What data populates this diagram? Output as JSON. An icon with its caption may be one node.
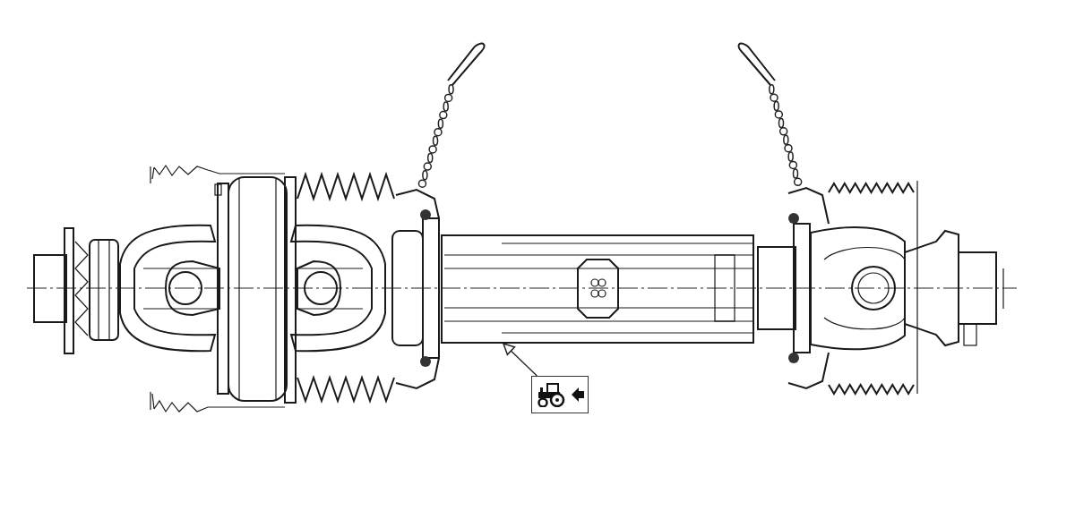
{
  "diagram": {
    "nodes": [
      {
        "text": [],
        "shape": "bar"
      },
      {
        "text": [],
        "shape": "picture"
      }
    ],
    "edges": [
      {
        "from": 1,
        "to": 0,
        "arrow": "to"
      }
    ]
  }
}
